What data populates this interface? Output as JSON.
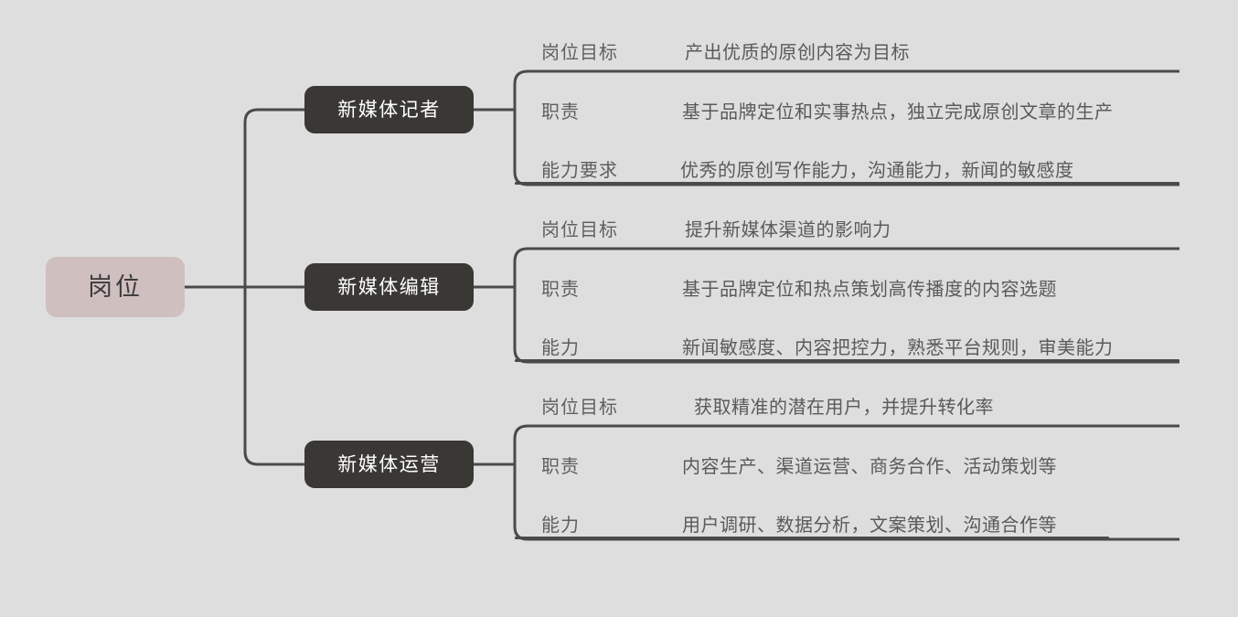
{
  "theme": {
    "background": "#dedede",
    "root_fill": "#d0bfbf",
    "root_text": "#3a3a3a",
    "branch_fill": "#3a3835",
    "branch_text": "#ffffff",
    "leaf_text": "#5a5a5a",
    "connector": "#4a4a4a"
  },
  "diagram": {
    "type": "mindmap",
    "root": {
      "label": "岗位"
    },
    "branches": [
      {
        "label": "新媒体记者",
        "rows": [
          {
            "key": "岗位目标",
            "value": "产出优质的原创内容为目标"
          },
          {
            "key": "职责",
            "value": "基于品牌定位和实事热点，独立完成原创文章的生产"
          },
          {
            "key": "能力要求",
            "value": "优秀的原创写作能力，沟通能力，新闻的敏感度"
          }
        ]
      },
      {
        "label": "新媒体编辑",
        "rows": [
          {
            "key": "岗位目标",
            "value": "提升新媒体渠道的影响力"
          },
          {
            "key": "职责",
            "value": "基于品牌定位和热点策划高传播度的内容选题"
          },
          {
            "key": "能力",
            "value": "新闻敏感度、内容把控力，熟悉平台规则，审美能力"
          }
        ]
      },
      {
        "label": "新媒体运营",
        "rows": [
          {
            "key": "岗位目标",
            "value": "获取精准的潜在用户，并提升转化率"
          },
          {
            "key": "职责",
            "value": "内容生产、渠道运营、商务合作、活动策划等"
          },
          {
            "key": "能力",
            "value": "用户调研、数据分析，文案策划、沟通合作等"
          }
        ]
      }
    ]
  }
}
